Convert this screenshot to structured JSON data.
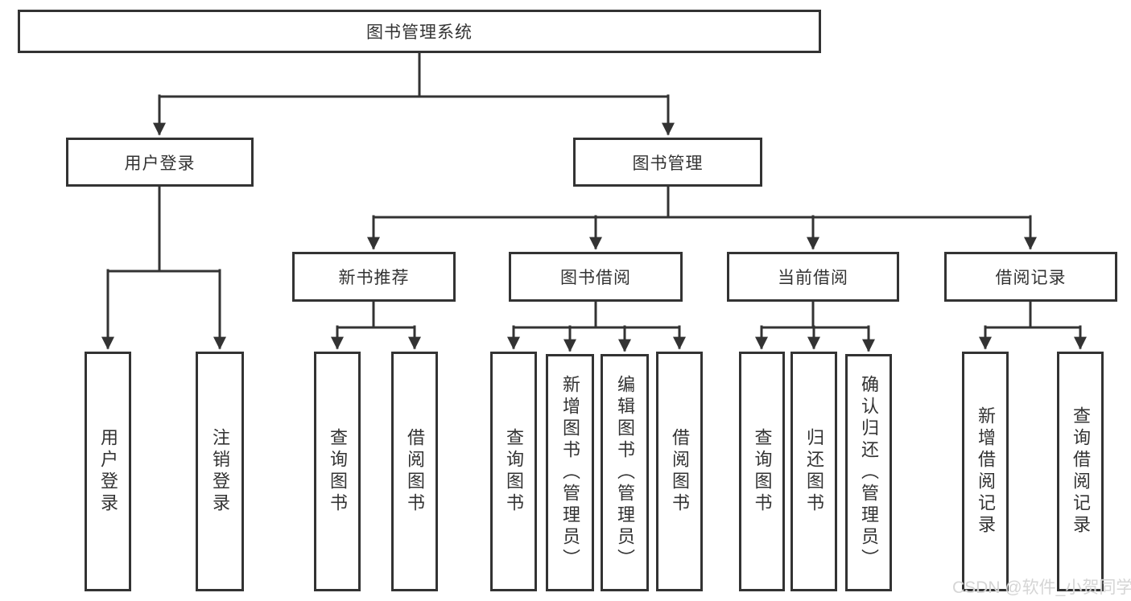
{
  "diagram": {
    "root": {
      "label": "图书管理系统"
    },
    "branches": [
      {
        "label": "用户登录",
        "children": [
          {
            "label": "用户登录"
          },
          {
            "label": "注销登录"
          }
        ]
      },
      {
        "label": "图书管理",
        "children": [
          {
            "label": "新书推荐",
            "children": [
              {
                "label": "查询图书"
              },
              {
                "label": "借阅图书"
              }
            ]
          },
          {
            "label": "图书借阅",
            "children": [
              {
                "label": "查询图书"
              },
              {
                "label": "新增图书（管理员）"
              },
              {
                "label": "编辑图书（管理员）"
              },
              {
                "label": "借阅图书"
              }
            ]
          },
          {
            "label": "当前借阅",
            "children": [
              {
                "label": "查询图书"
              },
              {
                "label": "归还图书"
              },
              {
                "label": "确认归还（管理员）"
              }
            ]
          },
          {
            "label": "借阅记录",
            "children": [
              {
                "label": "新增借阅记录"
              },
              {
                "label": "查询借阅记录"
              }
            ]
          }
        ]
      }
    ]
  },
  "watermark": "CSDN @软件_小贺同学",
  "colors": {
    "line": "#333333",
    "box_border": "#333333",
    "box_fill": "#ffffff",
    "background": "#ffffff",
    "watermark": "#d3d3d3"
  }
}
